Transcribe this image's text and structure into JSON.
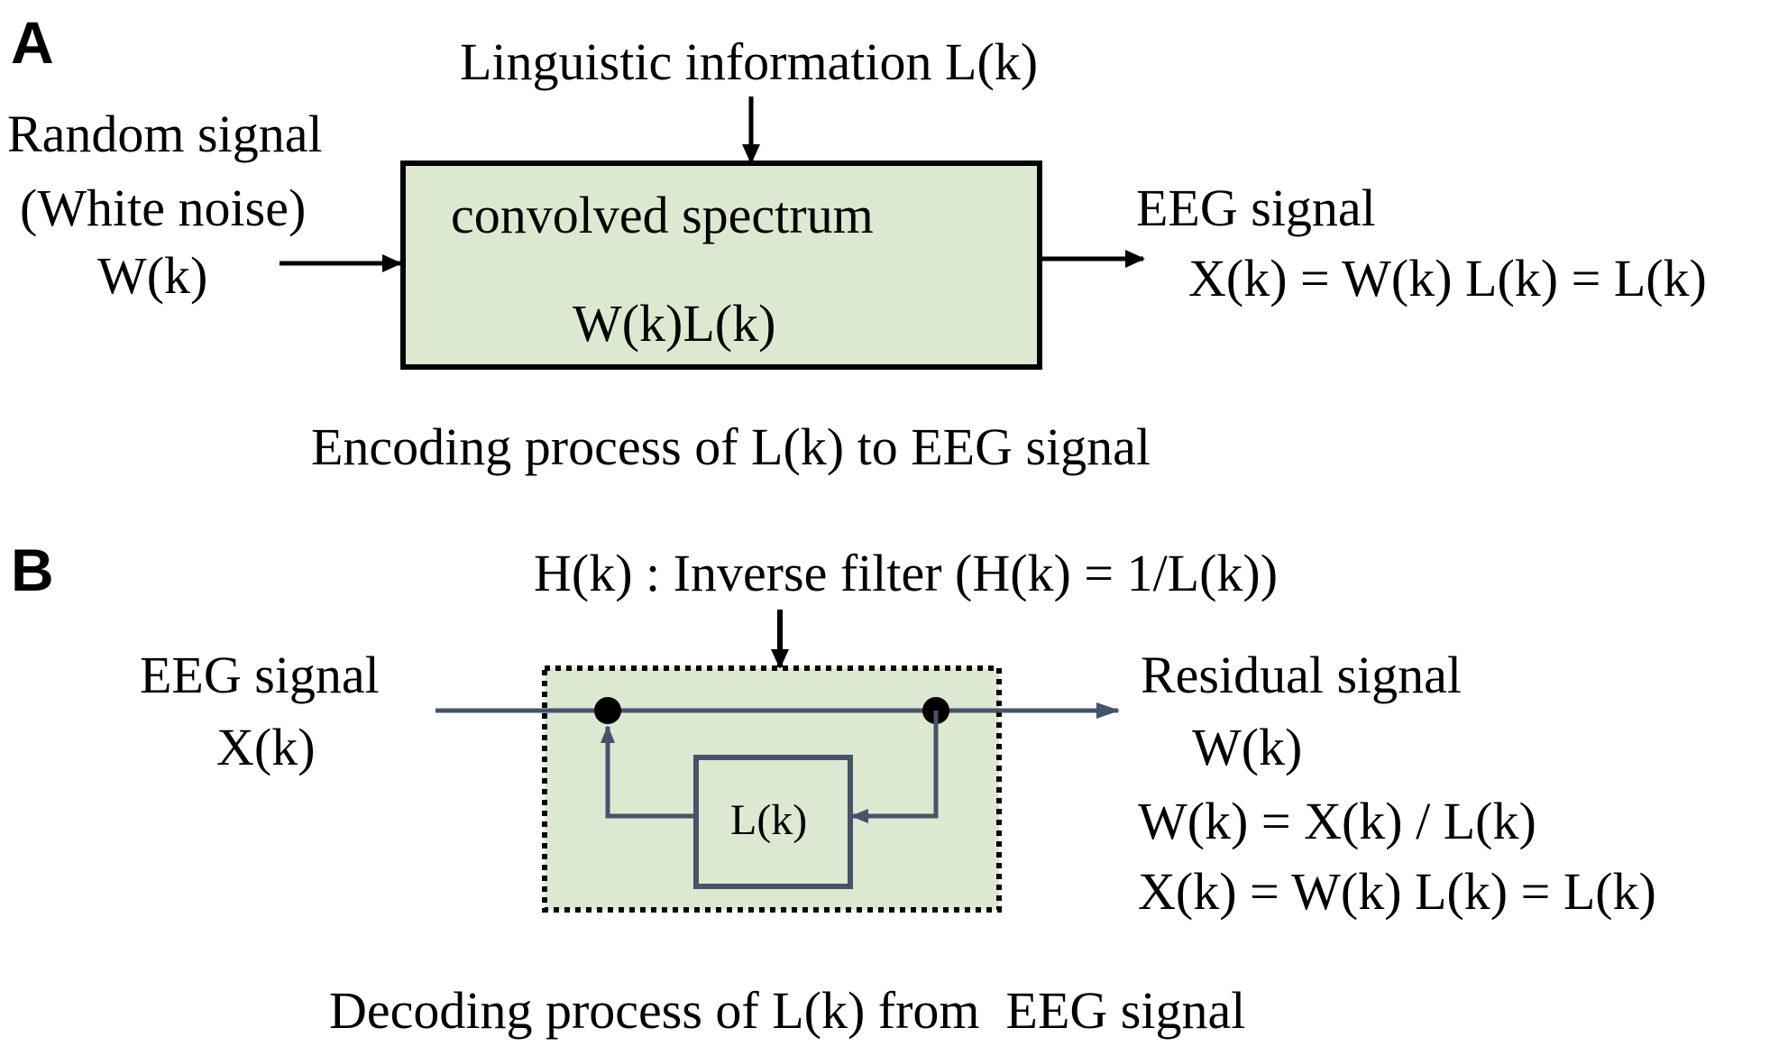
{
  "panel_a": {
    "letter": "A",
    "top_input_label": "Linguistic information L(k)",
    "left_input_label_line1": "Random signal",
    "left_input_label_line2": "(White noise)",
    "left_input_label_line3": "W(k)",
    "box_text_line1": "convolved spectrum",
    "box_text_line2": "W(k)L(k)",
    "output_label_line1": "EEG signal",
    "output_label_line2": "X(k) = W(k) L(k) = L(k)",
    "caption": "Encoding process of L(k) to EEG signal"
  },
  "panel_b": {
    "letter": "B",
    "top_input_label": "H(k) : Inverse filter (H(k) = 1/L(k))",
    "left_input_label_line1": "EEG signal",
    "left_input_label_line2": "X(k)",
    "inner_box_label": "L(k)",
    "output_label_line1": "Residual signal",
    "output_label_line2": "W(k)",
    "equation_line1": "W(k) = X(k) / L(k)",
    "equation_line2": "X(k) = W(k) L(k) = L(k)",
    "caption": "Decoding process of L(k) from  EEG signal"
  },
  "colors": {
    "box_fill": "#dde8d0",
    "line_blue_gray": "#44546a",
    "text": "#000000"
  }
}
